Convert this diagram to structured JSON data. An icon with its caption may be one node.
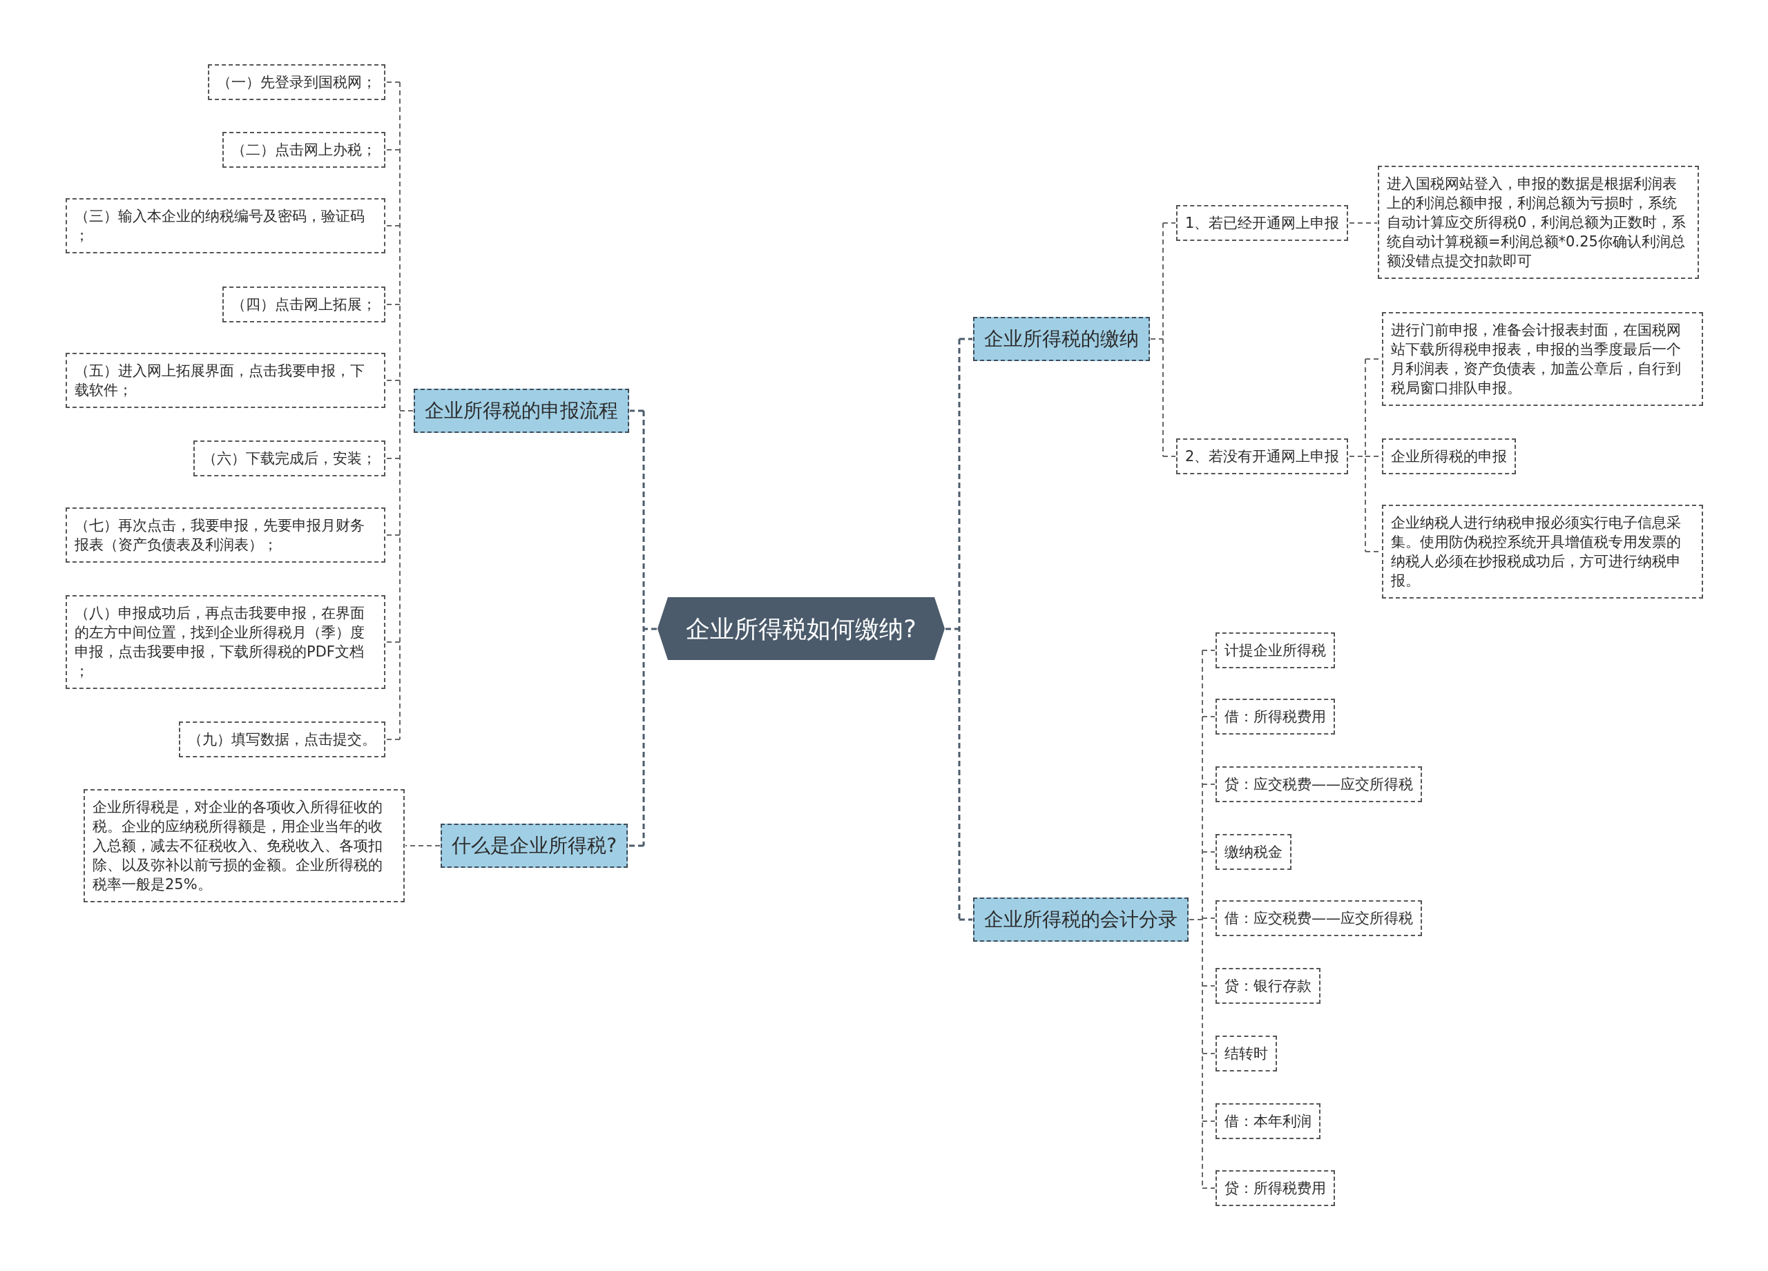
{
  "diagram": {
    "nodes": [
      {
        "text": [
          "企业所得税如何缴纳?"
        ]
      },
      {
        "text": [
          "企业所得税的申报流程"
        ]
      },
      {
        "text": [
          "（一）先登录到国税网；"
        ]
      },
      {
        "text": [
          "（二）点击网上办税；"
        ]
      },
      {
        "text": [
          "（三）输入本企业的纳税编号及密码，验证码；"
        ]
      },
      {
        "text": [
          "（四）点击网上拓展；"
        ]
      },
      {
        "text": [
          "（五）进入网上拓展界面，点击我要申报，下载软件；"
        ]
      },
      {
        "text": [
          "（六）下载完成后，安装；"
        ]
      },
      {
        "text": [
          "（七）再次点击，我要申报，先要申报月财务报表（资产负债表及利润表）；"
        ]
      },
      {
        "text": [
          "（八）申报成功后，再点击我要申报，在界面的左方中间位置，找到企业所得税月（季）度申报，点击我要申报，下载所得税的PDF文档；"
        ]
      },
      {
        "text": [
          "（九）填写数据，点击提交。"
        ]
      },
      {
        "text": [
          "什么是企业所得税?"
        ]
      },
      {
        "text": [
          "企业所得税是，对企业的各项收入所得征收的税。企业的应纳税所得额是，用企业当年的收入总额，减去不征税收入、免税收入、各项扣除、以及弥补以前亏损的金额。企业所得税的税率一般是25%。"
        ]
      },
      {
        "text": [
          "企业所得税的缴纳"
        ]
      },
      {
        "text": [
          "1、若已经开通网上申报"
        ]
      },
      {
        "text": [
          "进入国税网站登入，申报的数据是根据利润表上的利润总额申报，利润总额为亏损时，系统自动计算应交所得税0，利润总额为正数时，系统自动计算税额=利润总额*0.25你确认利润总额没错点提交扣款即可"
        ]
      },
      {
        "text": [
          "2、若没有开通网上申报"
        ]
      },
      {
        "text": [
          "进行门前申报，准备会计报表封面，在国税网站下载所得税申报表，申报的当季度最后一个月利润表，资产负债表，加盖公章后，自行到税局窗口排队申报。"
        ]
      },
      {
        "text": [
          "企业所得税的申报"
        ]
      },
      {
        "text": [
          "企业纳税人进行纳税申报必须实行电子信息采集。使用防伪税控系统开具增值税专用发票的纳税人必须在抄报税成功后，方可进行纳税申报。"
        ]
      },
      {
        "text": [
          "企业所得税的会计分录"
        ]
      },
      {
        "text": [
          "计提企业所得税"
        ]
      },
      {
        "text": [
          "借：所得税费用"
        ]
      },
      {
        "text": [
          "贷：应交税费——应交所得税"
        ]
      },
      {
        "text": [
          "缴纳税金"
        ]
      },
      {
        "text": [
          "借：应交税费——应交所得税"
        ]
      },
      {
        "text": [
          "贷：银行存款"
        ]
      },
      {
        "text": [
          "结转时"
        ]
      },
      {
        "text": [
          "借：本年利润"
        ]
      },
      {
        "text": [
          "贷：所得税费用"
        ]
      }
    ],
    "edges": [
      {
        "from": 0,
        "to": 1,
        "arrow": "none",
        "style": "dashed"
      },
      {
        "from": 1,
        "to": 2,
        "arrow": "none",
        "style": "dashed"
      },
      {
        "from": 1,
        "to": 3,
        "arrow": "none",
        "style": "dashed"
      },
      {
        "from": 1,
        "to": 4,
        "arrow": "none",
        "style": "dashed"
      },
      {
        "from": 1,
        "to": 5,
        "arrow": "none",
        "style": "dashed"
      },
      {
        "from": 1,
        "to": 6,
        "arrow": "none",
        "style": "dashed"
      },
      {
        "from": 1,
        "to": 7,
        "arrow": "none",
        "style": "dashed"
      },
      {
        "from": 1,
        "to": 8,
        "arrow": "none",
        "style": "dashed"
      },
      {
        "from": 1,
        "to": 9,
        "arrow": "none",
        "style": "dashed"
      },
      {
        "from": 1,
        "to": 10,
        "arrow": "none",
        "style": "dashed"
      },
      {
        "from": 0,
        "to": 11,
        "arrow": "none",
        "style": "dashed"
      },
      {
        "from": 11,
        "to": 12,
        "arrow": "none",
        "style": "dashed"
      },
      {
        "from": 0,
        "to": 13,
        "arrow": "none",
        "style": "dashed"
      },
      {
        "from": 13,
        "to": 14,
        "arrow": "none",
        "style": "dashed"
      },
      {
        "from": 14,
        "to": 15,
        "arrow": "none",
        "style": "dashed"
      },
      {
        "from": 13,
        "to": 16,
        "arrow": "none",
        "style": "dashed"
      },
      {
        "from": 16,
        "to": 17,
        "arrow": "none",
        "style": "dashed"
      },
      {
        "from": 16,
        "to": 18,
        "arrow": "none",
        "style": "dashed"
      },
      {
        "from": 16,
        "to": 19,
        "arrow": "none",
        "style": "dashed"
      },
      {
        "from": 0,
        "to": 20,
        "arrow": "none",
        "style": "dashed"
      },
      {
        "from": 20,
        "to": 21,
        "arrow": "none",
        "style": "dashed"
      },
      {
        "from": 20,
        "to": 22,
        "arrow": "none",
        "style": "dashed"
      },
      {
        "from": 20,
        "to": 23,
        "arrow": "none",
        "style": "dashed"
      },
      {
        "from": 20,
        "to": 24,
        "arrow": "none",
        "style": "dashed"
      },
      {
        "from": 20,
        "to": 25,
        "arrow": "none",
        "style": "dashed"
      },
      {
        "from": 20,
        "to": 26,
        "arrow": "none",
        "style": "dashed"
      },
      {
        "from": 20,
        "to": 27,
        "arrow": "none",
        "style": "dashed"
      },
      {
        "from": 20,
        "to": 28,
        "arrow": "none",
        "style": "dashed"
      },
      {
        "from": 20,
        "to": 29,
        "arrow": "none",
        "style": "dashed"
      }
    ]
  }
}
